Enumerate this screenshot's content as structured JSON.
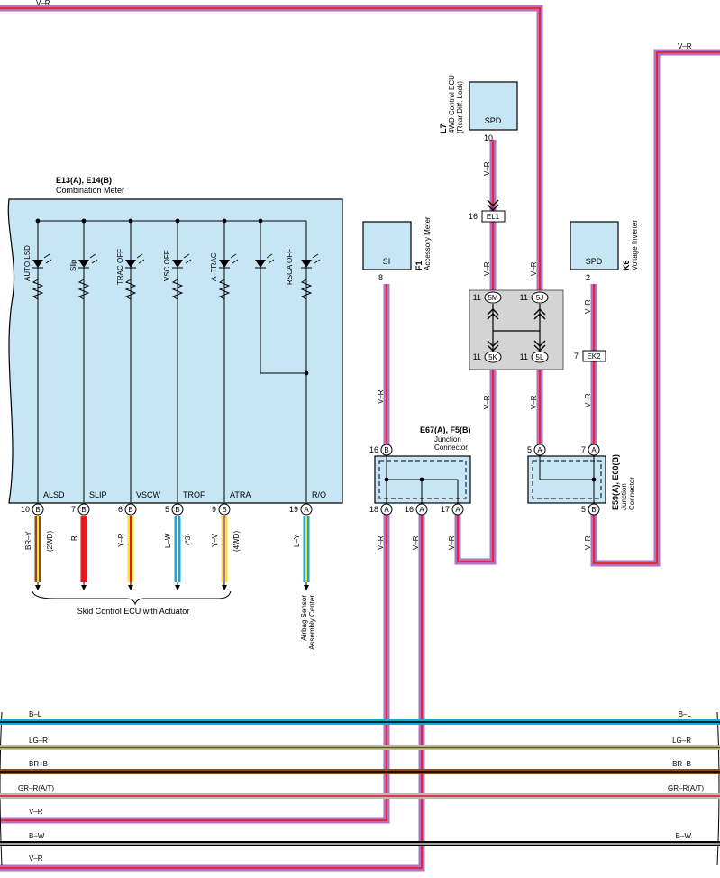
{
  "combination_meter": {
    "code": "E13(A), E14(B)",
    "name": "Combination Meter",
    "lamps": [
      "AUTO LSD",
      "Slip",
      "TRAC OFF",
      "VSC OFF",
      "A–TRAC",
      "RSCA OFF"
    ],
    "outputs": [
      {
        "label": "ALSD",
        "pin": "10",
        "conn": "B",
        "wire": "BR–Y",
        "note": "(2WD)",
        "color": "#8b4a1c",
        "stripe": "#f5e23a"
      },
      {
        "label": "SLIP",
        "pin": "7",
        "conn": "B",
        "wire": "R",
        "note": "",
        "color": "#e8161b",
        "stripe": "#e8161b"
      },
      {
        "label": "VSCW",
        "pin": "6",
        "conn": "B",
        "wire": "Y–R",
        "note": "",
        "color": "#f5e23a",
        "stripe": "#e8161b"
      },
      {
        "label": "TROF",
        "pin": "5",
        "conn": "B",
        "wire": "L–W",
        "note": "(*3)",
        "color": "#1ea3dd",
        "stripe": "#ffffff"
      },
      {
        "label": "ATRA",
        "pin": "9",
        "conn": "B",
        "wire": "Y–V",
        "note": "(4WD)",
        "color": "#f5e23a",
        "stripe": "#b46fbd"
      },
      {
        "label": "R/O",
        "pin": "19",
        "conn": "A",
        "wire": "L–Y",
        "note": "",
        "color": "#1ea3dd",
        "stripe": "#f5e23a"
      }
    ],
    "dest_skid": "Skid Control ECU with Actuator",
    "dest_airbag": [
      "Airbag Sensor",
      "Assembly Center"
    ]
  },
  "accessory_meter": {
    "code": "F1",
    "name": "Accessory Meter",
    "terminal": "SI",
    "pin": "8"
  },
  "ecu_4wd": {
    "code": "L7",
    "name": "4WD Control ECU",
    "sub": "(Rear Diff. Lock)",
    "terminal": "SPD",
    "pin": "10"
  },
  "voltage_inverter": {
    "code": "K6",
    "name": "Voltage Inverter",
    "terminal": "SPD",
    "pin": "2"
  },
  "connectors": {
    "el1": "EL1",
    "ek2": "EK2",
    "el1_pin": "16",
    "ek2_pin": "7"
  },
  "junction_block": {
    "pins": [
      "11",
      "11",
      "11",
      "11"
    ],
    "terminals": [
      "5M",
      "5J",
      "5K",
      "5L"
    ]
  },
  "jc_left": {
    "code": "E67(A), F5(B)",
    "name": [
      "Junction",
      "Connector"
    ],
    "top_pin": "16",
    "top_conn": "B",
    "bottom": [
      {
        "pin": "18",
        "conn": "A"
      },
      {
        "pin": "16",
        "conn": "A"
      },
      {
        "pin": "17",
        "conn": "A"
      }
    ]
  },
  "jc_right": {
    "code": "E59(A), E60(B)",
    "name": [
      "Junction",
      "Connector"
    ],
    "top": [
      {
        "pin": "5",
        "conn": "A"
      },
      {
        "pin": "7",
        "conn": "A"
      }
    ],
    "bottom": [
      {
        "pin": "5",
        "conn": "B"
      }
    ]
  },
  "wire_label": "V–R",
  "buses": [
    {
      "label": "B–L",
      "right": "B–L",
      "color": "#1ea3dd",
      "stripe": "#000000"
    },
    {
      "label": "LG–R",
      "right": "LG–R",
      "color": "#9fd39a",
      "stripe": "#e8161b"
    },
    {
      "label": "BR–B",
      "right": "BR–B",
      "color": "#8b4a1c",
      "stripe": "#000000"
    },
    {
      "label": "GR–R(A/T)",
      "right": "GR–R(A/T)",
      "color": "#b9b9b9",
      "stripe": "#e8161b"
    },
    {
      "label": "V–R",
      "right": "",
      "color": "#b46fbd",
      "stripe": "#e8161b"
    },
    {
      "label": "B–W",
      "right": "B–W",
      "color": "#000000",
      "stripe": "#ffffff"
    },
    {
      "label": "V–R",
      "right": "",
      "color": "#b46fbd",
      "stripe": "#e8161b"
    }
  ],
  "colors": {
    "panel": "#c7e6f5",
    "block": "#d4d4d4",
    "vr": "#b46fbd",
    "vr_stripe": "#e8161b"
  }
}
